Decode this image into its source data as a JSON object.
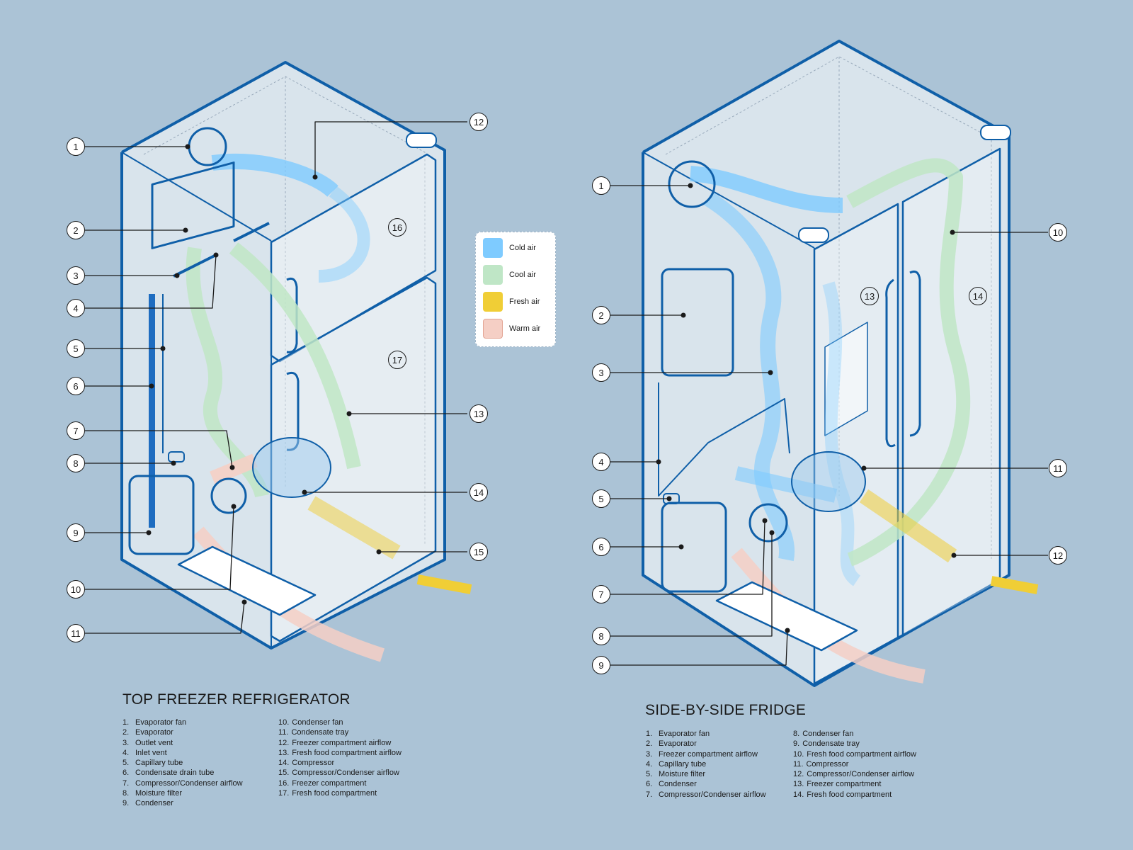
{
  "legend": {
    "items": [
      {
        "label": "Cold air",
        "color": "#7ecbff"
      },
      {
        "label": "Cool air",
        "color": "#bfe6c6"
      },
      {
        "label": "Fresh air",
        "color": "#f0ce36"
      },
      {
        "label": "Warm air",
        "color": "#f5cfc5"
      }
    ]
  },
  "top_freezer": {
    "title": "TOP FREEZER REFRIGERATOR",
    "callouts": [
      "1",
      "2",
      "3",
      "4",
      "5",
      "6",
      "7",
      "8",
      "9",
      "10",
      "11",
      "12",
      "13",
      "14",
      "15"
    ],
    "compartments": [
      "16",
      "17"
    ],
    "parts": [
      {
        "num": "1.",
        "label": "Evaporator fan"
      },
      {
        "num": "2.",
        "label": "Evaporator"
      },
      {
        "num": "3.",
        "label": "Outlet vent"
      },
      {
        "num": "4.",
        "label": "Inlet vent"
      },
      {
        "num": "5.",
        "label": "Capillary tube"
      },
      {
        "num": "6.",
        "label": "Condensate drain tube"
      },
      {
        "num": "7.",
        "label": "Compressor/Condenser airflow"
      },
      {
        "num": "8.",
        "label": "Moisture filter"
      },
      {
        "num": "9.",
        "label": "Condenser"
      },
      {
        "num": "10.",
        "label": "Condenser fan"
      },
      {
        "num": "11.",
        "label": "Condensate tray"
      },
      {
        "num": "12.",
        "label": "Freezer compartment airflow"
      },
      {
        "num": "13.",
        "label": "Fresh food compartment airflow"
      },
      {
        "num": "14.",
        "label": "Compressor"
      },
      {
        "num": "15.",
        "label": "Compressor/Condenser airflow"
      },
      {
        "num": "16.",
        "label": "Freezer compartment"
      },
      {
        "num": "17.",
        "label": "Fresh food compartment"
      }
    ]
  },
  "side_by_side": {
    "title": "SIDE-BY-SIDE FRIDGE",
    "callouts": [
      "1",
      "2",
      "3",
      "4",
      "5",
      "6",
      "7",
      "8",
      "9",
      "10",
      "11",
      "12"
    ],
    "compartments": [
      "13",
      "14"
    ],
    "parts": [
      {
        "num": "1.",
        "label": "Evaporator fan"
      },
      {
        "num": "2.",
        "label": "Evaporator"
      },
      {
        "num": "3.",
        "label": "Freezer compartment airflow"
      },
      {
        "num": "4.",
        "label": "Capillary tube"
      },
      {
        "num": "5.",
        "label": "Moisture filter"
      },
      {
        "num": "6.",
        "label": "Condenser"
      },
      {
        "num": "7.",
        "label": "Compressor/Condenser airflow"
      },
      {
        "num": "8.",
        "label": "Condenser fan"
      },
      {
        "num": "9.",
        "label": "Condensate tray"
      },
      {
        "num": "10.",
        "label": "Fresh food compartment airflow"
      },
      {
        "num": "11.",
        "label": "Compressor"
      },
      {
        "num": "12.",
        "label": "Compressor/Condenser airflow"
      },
      {
        "num": "13.",
        "label": "Freezer compartment"
      },
      {
        "num": "14.",
        "label": "Fresh food compartment"
      }
    ]
  }
}
